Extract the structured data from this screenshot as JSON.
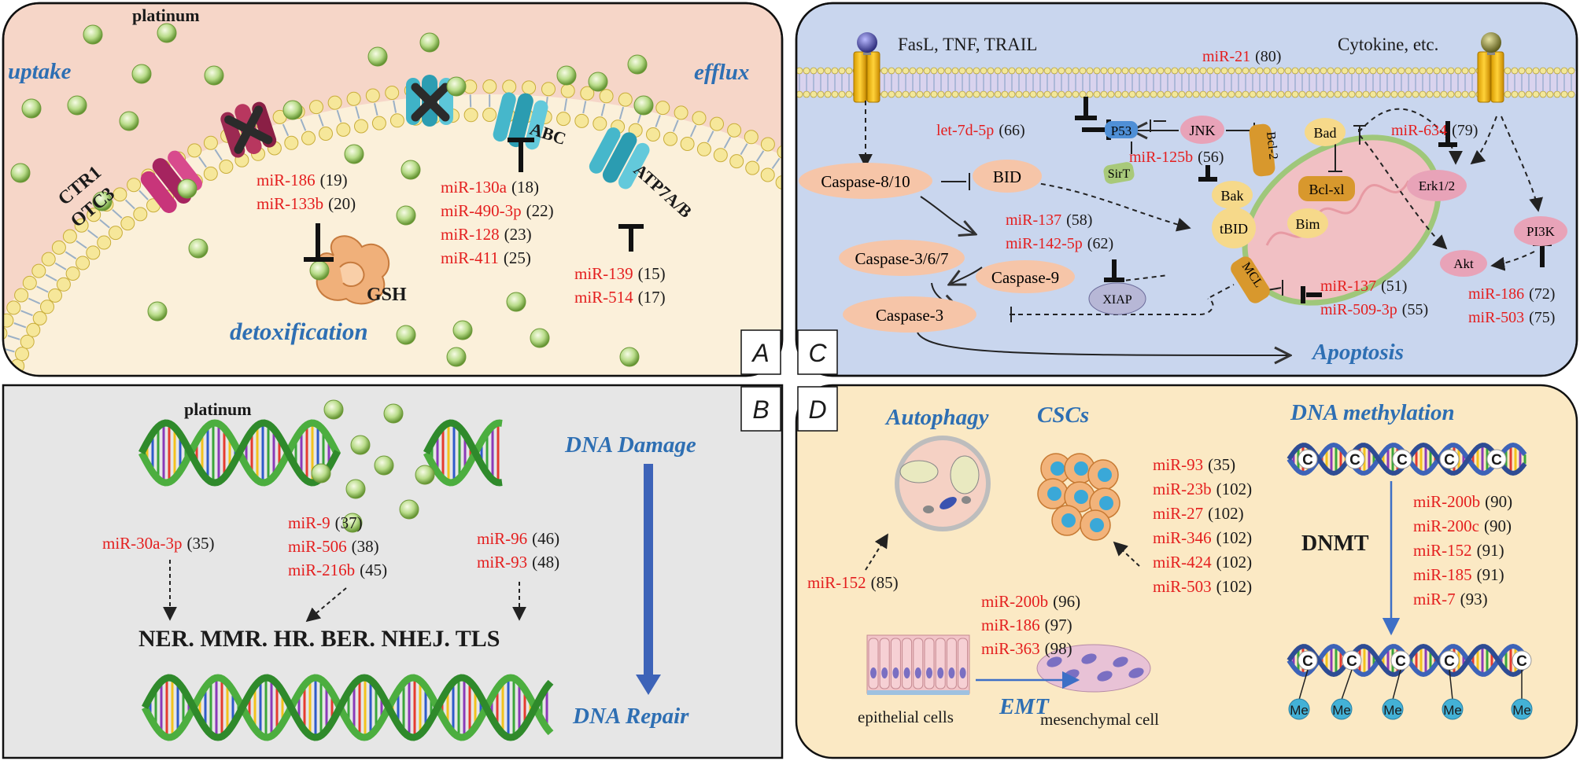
{
  "colors": {
    "mirna_red": "#e41e1e",
    "process_blue": "#2e6fb3",
    "panel_a_bg": "#f6d6c8",
    "panel_b_bg": "#e6e6e6",
    "panel_c_bg": "#c9d6ee",
    "panel_d_bg": "#fbe9c4"
  },
  "panel_a": {
    "letter": "A",
    "platinum_label": "platinum",
    "uptake_label": "uptake",
    "efflux_label": "efflux",
    "detox_label": "detoxification",
    "ctr1_label": "CTR1",
    "otc3_label": "OTC3",
    "abc_label": "ABC",
    "atp7_label": "ATP7A/B",
    "gsh_label": "GSH",
    "gsh_mirnas": [
      {
        "name": "miR-186",
        "ref": "(19)"
      },
      {
        "name": "miR-133b",
        "ref": "(20)"
      }
    ],
    "abc_mirnas": [
      {
        "name": "miR-130a",
        "ref": "(18)"
      },
      {
        "name": "miR-490-3p",
        "ref": "(22)"
      },
      {
        "name": "miR-128",
        "ref": "(23)"
      },
      {
        "name": "miR-411",
        "ref": "(25)"
      }
    ],
    "atp_mirnas": [
      {
        "name": "miR-139",
        "ref": "(15)"
      },
      {
        "name": "miR-514",
        "ref": "(17)"
      }
    ]
  },
  "panel_b": {
    "letter": "B",
    "platinum_label": "platinum",
    "damage_label": "DNA Damage",
    "repair_label": "DNA Repair",
    "pathways_label": "NER. MMR. HR. BER. NHEJ. TLS",
    "group1": [
      {
        "name": "miR-30a-3p",
        "ref": "(35)"
      }
    ],
    "group2": [
      {
        "name": "miR-9",
        "ref": "(37)"
      },
      {
        "name": "miR-506",
        "ref": "(38)"
      },
      {
        "name": "miR-216b",
        "ref": "(45)"
      }
    ],
    "group3": [
      {
        "name": "miR-96",
        "ref": "(46)"
      },
      {
        "name": "miR-93",
        "ref": "(48)"
      }
    ]
  },
  "panel_c": {
    "letter": "C",
    "receptor_left_label": "FasL, TNF, TRAIL",
    "receptor_right_label": "Cytokine, etc.",
    "nodes": {
      "caspase810": "Caspase-8/10",
      "bid": "BID",
      "caspase367": "Caspase-3/6/7",
      "caspase9": "Caspase-9",
      "caspase3": "Caspase-3",
      "p53": "P53",
      "sirt": "SirT",
      "jnk": "JNK",
      "bak": "Bak",
      "bcl2": "Bcl-2",
      "bad": "Bad",
      "bclxl": "Bcl-xl",
      "bim": "Bim",
      "tbid": "tBID",
      "mcl": "MCL",
      "xiap": "XIAP",
      "erk": "Erk1/2",
      "akt": "Akt",
      "pi3k": "PI3K"
    },
    "apoptosis_label": "Apoptosis",
    "mir21": {
      "name": "miR-21",
      "ref": "(80)"
    },
    "let7d": {
      "name": "let-7d-5p",
      "ref": "(66)"
    },
    "mir125b": {
      "name": "miR-125b",
      "ref": "(56)"
    },
    "mir634": {
      "name": "miR-634",
      "ref": "(79)"
    },
    "xiap_mirnas": [
      {
        "name": "miR-137",
        "ref": "(58)"
      },
      {
        "name": "miR-142-5p",
        "ref": "(62)"
      }
    ],
    "mcl_mirnas": [
      {
        "name": "miR-137",
        "ref": "(51)"
      },
      {
        "name": "miR-509-3p",
        "ref": "(55)"
      }
    ],
    "pi3k_mirnas": [
      {
        "name": "miR-186",
        "ref": "(72)"
      },
      {
        "name": "miR-503",
        "ref": "(75)"
      }
    ]
  },
  "panel_d": {
    "letter": "D",
    "autophagy_label": "Autophagy",
    "cscs_label": "CSCs",
    "methylation_label": "DNA methylation",
    "dnmt_label": "DNMT",
    "emt_label": "EMT",
    "epithelial_label": "epithelial cells",
    "mesenchymal_label": "mesenchymal cell",
    "c_letter": "C",
    "me_label": "Me",
    "autophagy_mirna": {
      "name": "miR-152",
      "ref": "(85)"
    },
    "csc_mirnas": [
      {
        "name": "miR-93",
        "ref": "(35)"
      },
      {
        "name": "miR-23b",
        "ref": "(102)"
      },
      {
        "name": "miR-27",
        "ref": "(102)"
      },
      {
        "name": "miR-346",
        "ref": "(102)"
      },
      {
        "name": "miR-424",
        "ref": "(102)"
      },
      {
        "name": "miR-503",
        "ref": "(102)"
      }
    ],
    "emt_mirnas": [
      {
        "name": "miR-200b",
        "ref": "(96)"
      },
      {
        "name": "miR-186",
        "ref": "(97)"
      },
      {
        "name": "miR-363",
        "ref": "(98)"
      }
    ],
    "methylation_mirnas": [
      {
        "name": "miR-200b",
        "ref": "(90)"
      },
      {
        "name": "miR-200c",
        "ref": "(90)"
      },
      {
        "name": "miR-152",
        "ref": "(91)"
      },
      {
        "name": "miR-185",
        "ref": "(91)"
      },
      {
        "name": "miR-7",
        "ref": "(93)"
      }
    ]
  }
}
